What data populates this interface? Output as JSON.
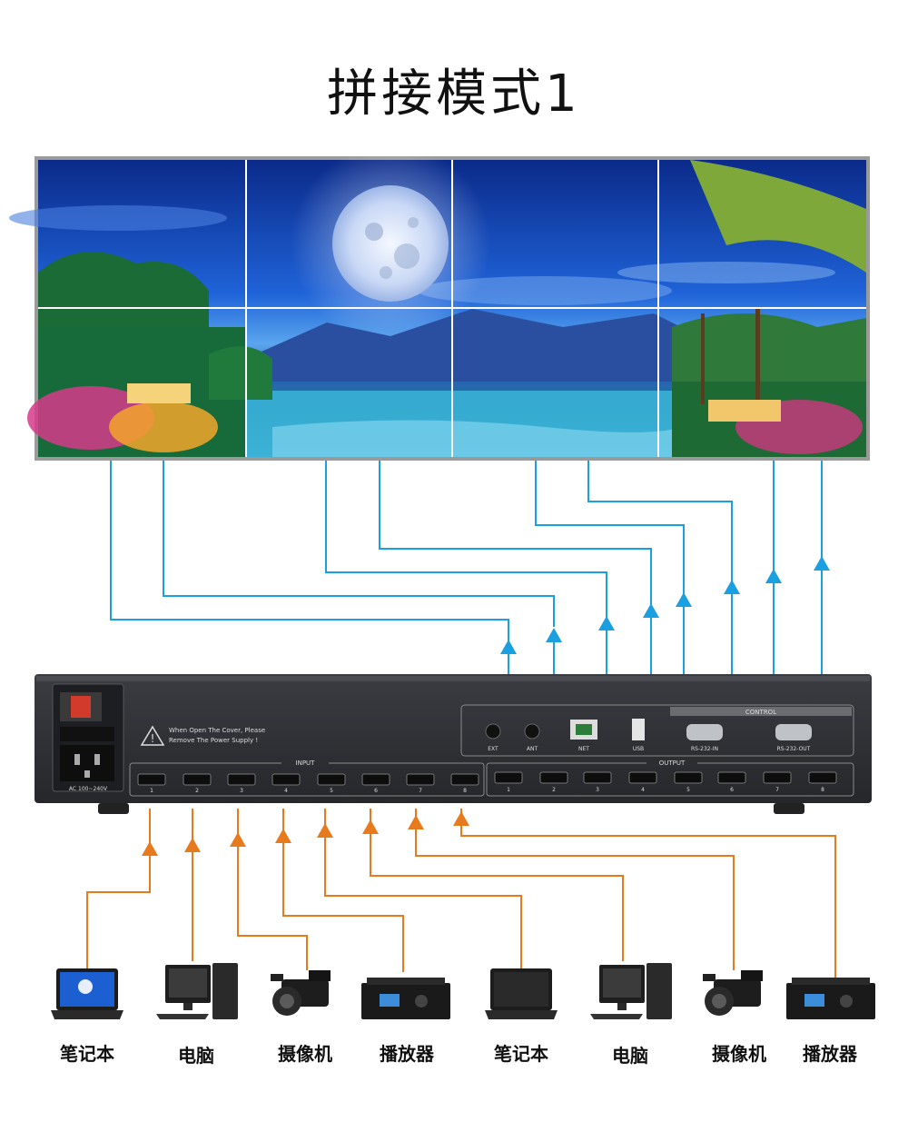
{
  "title": "拼接模式1",
  "panel": {
    "warning_line1": "When Open The Cover, Please",
    "warning_line2": "Remove The Power Supply !",
    "input_label": "INPUT",
    "output_label": "OUTPUT",
    "control_label": "CONTROL",
    "power_label": "AC 100~240V",
    "ports": [
      "EXT",
      "ANT",
      "NET",
      "USB",
      "RS-232-IN",
      "RS-232-OUT"
    ],
    "port_numbers": [
      "1",
      "2",
      "3",
      "4",
      "5",
      "6",
      "7",
      "8"
    ]
  },
  "devices": [
    "笔记本",
    "电脑",
    "摄像机",
    "播放器",
    "笔记本",
    "电脑",
    "摄像机",
    "播放器"
  ],
  "colors": {
    "output_line": "#1aa0e0",
    "input_line": "#e87a1e",
    "panel": "#2b2d31"
  }
}
